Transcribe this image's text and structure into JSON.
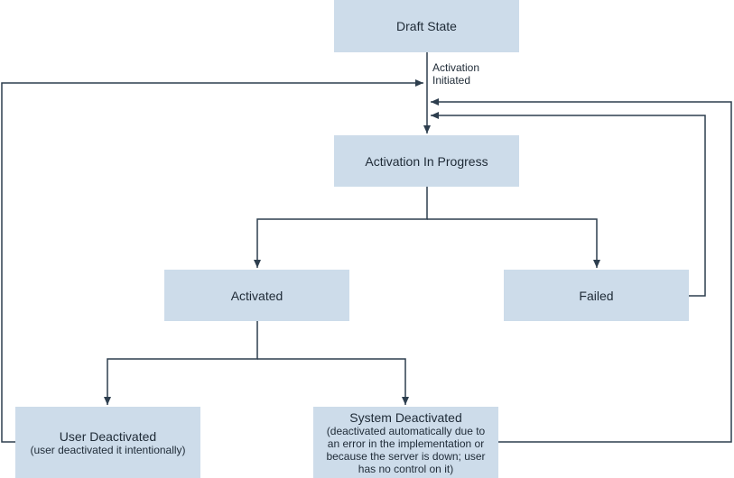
{
  "nodes": {
    "draft": {
      "title": "Draft State"
    },
    "in_progress": {
      "title": "Activation In Progress"
    },
    "activated": {
      "title": "Activated"
    },
    "failed": {
      "title": "Failed"
    },
    "user_deactivated": {
      "title": "User Deactivated",
      "subtitle": "(user deactivated it intentionally)"
    },
    "system_deactivated": {
      "title": "System Deactivated",
      "lines": [
        "(deactivated automatically due to",
        "an error in the implementation or",
        "because the server is down; user",
        "has no control on it)"
      ]
    }
  },
  "edge_labels": {
    "activation_initiated": [
      "Activation",
      "Initiated"
    ]
  },
  "colors": {
    "node_fill": "#cddcea",
    "edge": "#2d3e4e",
    "text": "#1e2a36"
  }
}
